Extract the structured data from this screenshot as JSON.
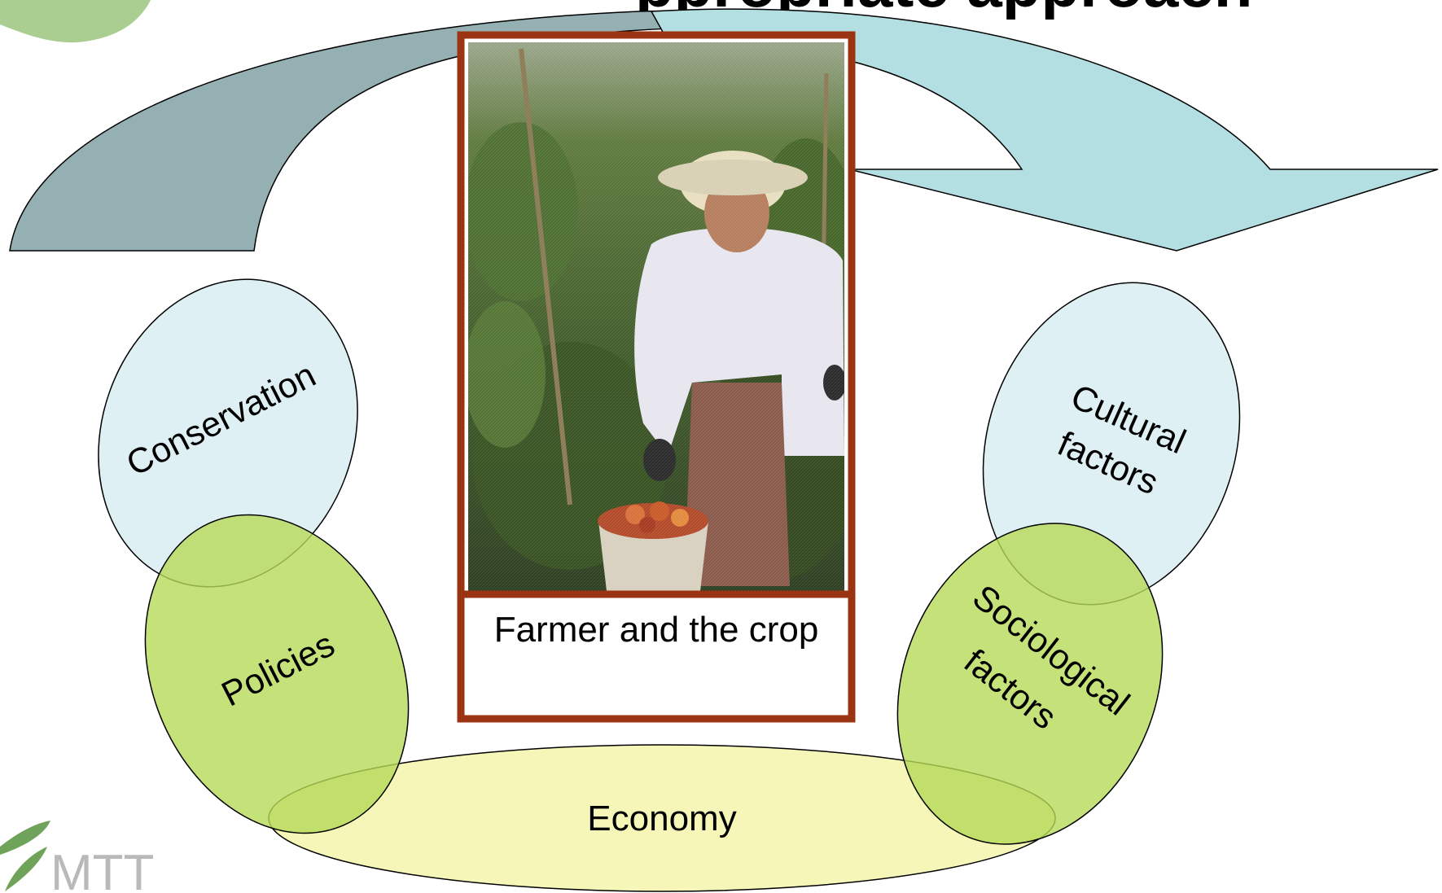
{
  "title_fragment": "ppropriate approach",
  "photo": {
    "caption": "Farmer and the crop"
  },
  "ellipses": {
    "conservation": "Conservation",
    "policies": "Policies",
    "cultural_line1": "Cultural",
    "cultural_line2": "factors",
    "sociological_line1": "Sociological",
    "sociological_line2": "factors",
    "economy": "Economy"
  },
  "logo": {
    "text": "MTT"
  },
  "colors": {
    "arrow_left": "#95b0b3",
    "arrow_right": "#b4dfe2",
    "ellipse_blue": "#d8edf1",
    "ellipse_green": "#b7d957",
    "ellipse_yellow": "#f2f4a6",
    "photo_frame": "#9b3412"
  }
}
